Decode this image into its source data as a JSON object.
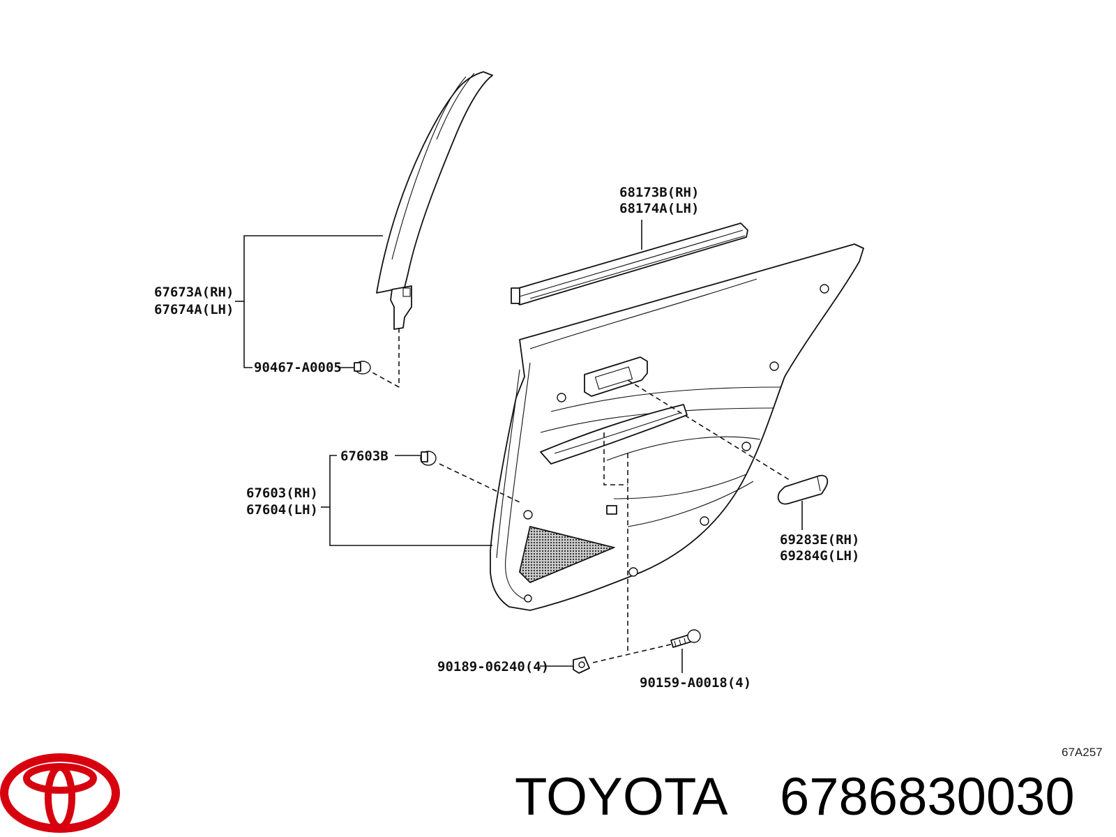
{
  "labels": {
    "window_molding": [
      "67673A(RH)",
      "67674A(LH)"
    ],
    "clip_upper": "90467-A0005",
    "weatherstrip": [
      "68173B(RH)",
      "68174A(LH)"
    ],
    "clip_panel": "67603B",
    "door_trim_panel": [
      "67603(RH)",
      "67604(LH)"
    ],
    "armrest_cover": [
      "69283E(RH)",
      "69284G(LH)"
    ],
    "nut": "90189-06240(4)",
    "screw": "90159-A0018(4)"
  },
  "diagram_code": "67A257",
  "footer": {
    "brand": "TOYOTA",
    "part_number": "6786830030",
    "logo_name": "toyota-logo",
    "logo_color": "#d7000f"
  }
}
